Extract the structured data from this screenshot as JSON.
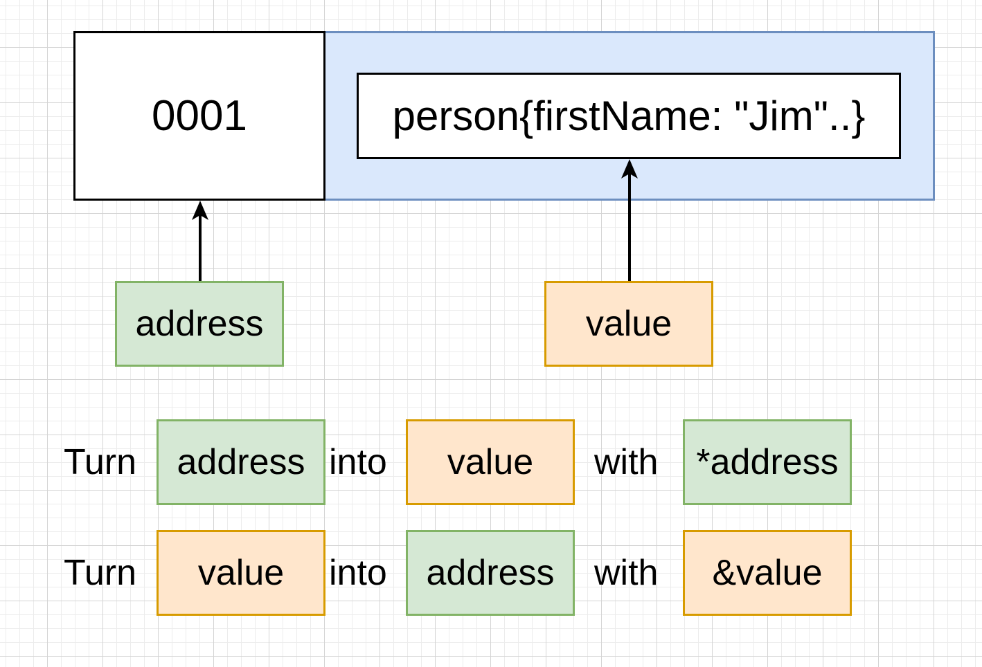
{
  "memory": {
    "address_value": "0001",
    "stored_value": "person{firstName: \"Jim\"..}"
  },
  "labels": {
    "address": "address",
    "value": "value"
  },
  "row1": {
    "turn": "Turn",
    "from": "address",
    "into": "into",
    "to": "value",
    "with": "with",
    "operator": "*address"
  },
  "row2": {
    "turn": "Turn",
    "from": "value",
    "into": "into",
    "to": "address",
    "with": "with",
    "operator": "&value"
  },
  "colors": {
    "green_fill": "#d5e8d4",
    "green_stroke": "#82b366",
    "orange_fill": "#ffe6cc",
    "orange_stroke": "#d79b00",
    "blue_fill": "#dae8fc",
    "blue_stroke": "#6c8ebf"
  }
}
